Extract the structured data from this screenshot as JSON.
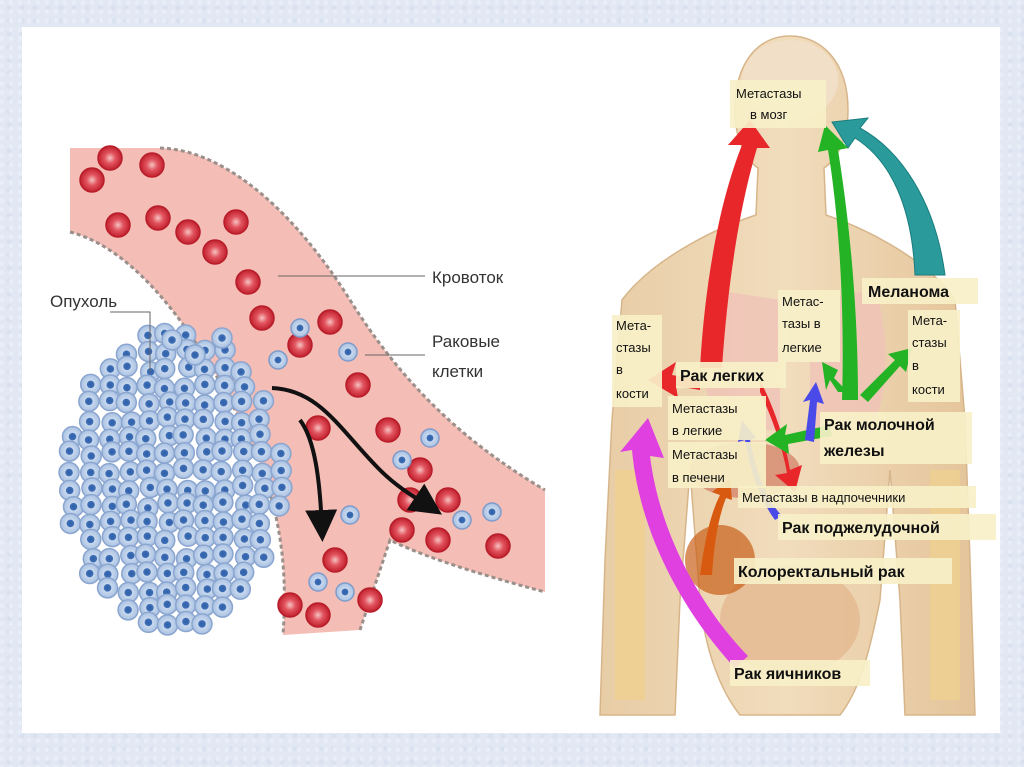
{
  "left_diagram": {
    "bloodflow_label": "Кровоток",
    "tumor_label": "Опухоль",
    "cancer_cells_label_line1": "Раковые",
    "cancer_cells_label_line2": "клетки"
  },
  "right_diagram": {
    "brain_box": [
      "Метастазы",
      "в мозг"
    ],
    "bone_left_box": [
      "Мета-",
      "стазы",
      "в",
      "кости"
    ],
    "bone_right_box": [
      "Мета-",
      "стазы",
      "в",
      "кости"
    ],
    "lung_mets_upper_box": [
      "Метас-",
      "тазы в",
      "легкие"
    ],
    "lung_mets_lower_box": [
      "Метастазы",
      "в легкие"
    ],
    "liver_mets_box": [
      "Метастазы",
      "в печени"
    ],
    "adrenal_label": "Метастазы в надпочечники",
    "melanoma": "Меланома",
    "lung_cancer": "Рак легких",
    "breast_cancer": [
      "Рак молочной",
      "железы"
    ],
    "pancreatic_cancer": "Рак поджелудочной",
    "colorectal_cancer": "Колоректальный рак",
    "ovarian_cancer": "Рак яичников"
  },
  "colors": {
    "vessel": "#f3b9b3",
    "red_cell": "#d8323c",
    "tumor_cell": "#b9cde6",
    "lung_arrow": "#e8272b",
    "breast_arrow": "#23b324",
    "melanoma_arrow": "#1a8c8c",
    "pancreas_arrow": "#4a4ae8",
    "colorectal_arrow": "#d85a10",
    "ovarian_arrow": "#e040e0",
    "label_box": "#f7f0c8"
  }
}
